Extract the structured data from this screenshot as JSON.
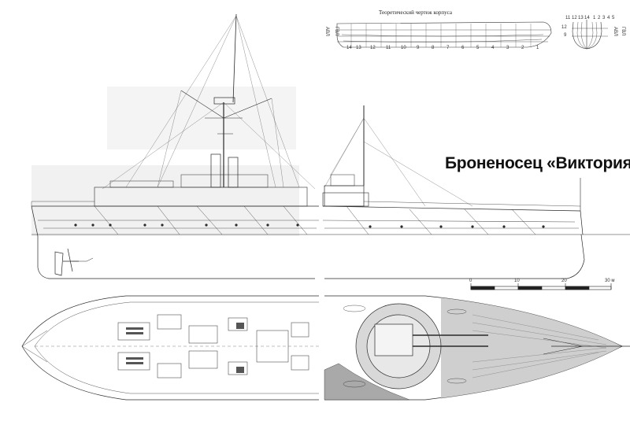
{
  "title": "Броненосец «Виктория»",
  "lines_drawing": {
    "title": "Теоретический чертеж корпуса",
    "station_numbers": [
      "14",
      "13",
      "12",
      "11",
      "10",
      "9",
      "8",
      "7",
      "6",
      "5",
      "4",
      "3",
      "2",
      "1"
    ],
    "body_plan_numbers_aft": [
      "11",
      "12",
      "13",
      "14"
    ],
    "body_plan_numbers_fwd": [
      "1",
      "2",
      "3",
      "4",
      "5"
    ],
    "waterline_label_a": "АВЛ",
    "waterline_label_b": "ГВЛ",
    "waterline_numbers": [
      "12",
      "9"
    ]
  },
  "scale": {
    "labels": [
      "0",
      "10",
      "20",
      "30 м"
    ]
  },
  "colors": {
    "ink": "#2a2a2a",
    "paper": "#ffffff",
    "deck_shade": "#9a9a9a"
  }
}
